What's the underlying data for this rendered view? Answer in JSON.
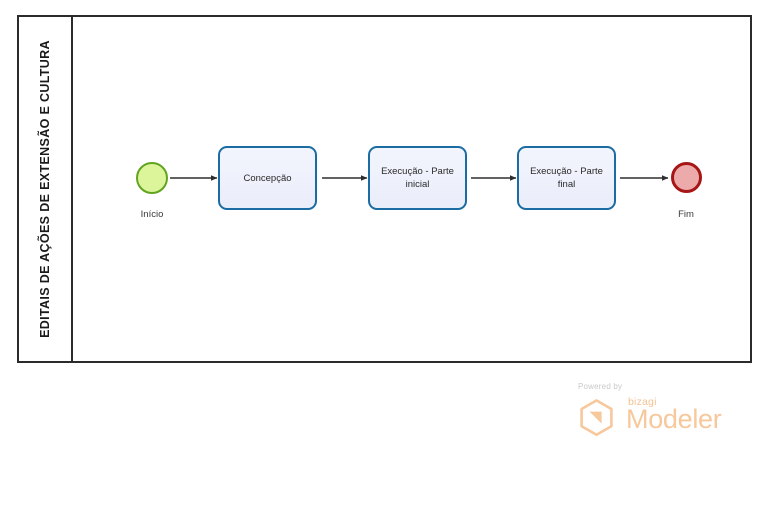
{
  "diagram": {
    "type": "bpmn-process",
    "pool": {
      "lane_title": "EDITAIS DE AÇÕES DE EXTENSÃO E CULTURA"
    },
    "nodes": [
      {
        "id": "start",
        "kind": "start-event",
        "label": "Início",
        "fill": "#dcf59a",
        "stroke": "#62a420"
      },
      {
        "id": "task1",
        "kind": "task",
        "label": "Concepção"
      },
      {
        "id": "task2",
        "kind": "task",
        "label": "Execução - Parte inicial"
      },
      {
        "id": "task3",
        "kind": "task",
        "label": "Execução - Parte final"
      },
      {
        "id": "end",
        "kind": "end-event",
        "label": "Fim",
        "fill": "#edaaaa",
        "stroke": "#a71616"
      }
    ],
    "flows": [
      {
        "from": "start",
        "to": "task1"
      },
      {
        "from": "task1",
        "to": "task2"
      },
      {
        "from": "task2",
        "to": "task3"
      },
      {
        "from": "task3",
        "to": "end"
      }
    ],
    "colors": {
      "task_fill": "#eef0fb",
      "task_stroke": "#1b6ca3",
      "pool_stroke": "#2b2b2b",
      "connector": "#333333"
    }
  },
  "watermark": {
    "powered_by": "Powered by",
    "brand": "bizagi",
    "product": "Modeler",
    "color": "#f6c89c"
  }
}
